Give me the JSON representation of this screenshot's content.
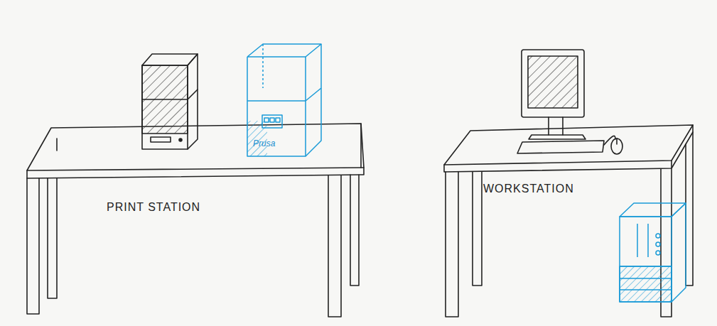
{
  "diagram": {
    "nodes": [
      {
        "text": [
          "Prusa"
        ]
      }
    ],
    "labels": [
      "PRINT STATION",
      "WORKSTATION"
    ]
  }
}
